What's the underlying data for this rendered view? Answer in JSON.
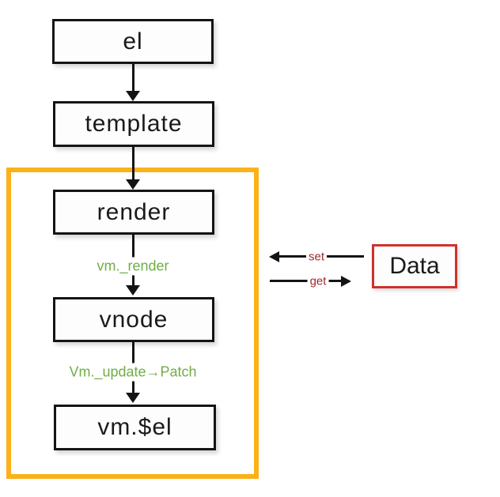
{
  "diagram": {
    "nodes": {
      "el": "el",
      "template": "template",
      "render": "render",
      "vnode": "vnode",
      "vm_el": "vm.$el",
      "data": "Data"
    },
    "edge_labels": {
      "vm_render": "vm._render",
      "vm_update_patch": "Vm._update→Patch",
      "set": "set",
      "get": "get"
    },
    "colors": {
      "frame_orange": "#FBB117",
      "green_text": "#70AD47",
      "red_text": "#A3282C",
      "data_border_red": "#CE312C",
      "line_black": "#141414"
    }
  }
}
